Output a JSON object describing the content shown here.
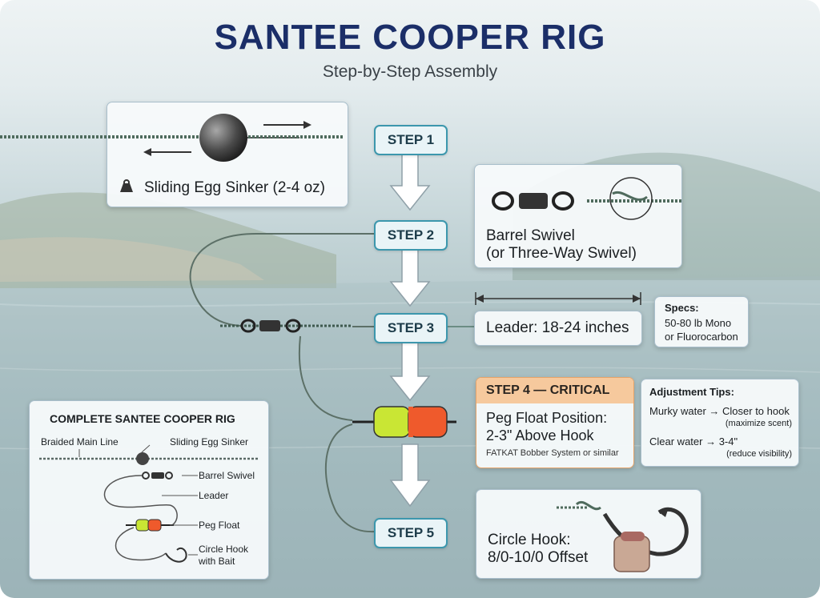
{
  "title": "SANTEE COOPER RIG",
  "subtitle": "Step-by-Step Assembly",
  "steps": [
    {
      "label": "STEP 1"
    },
    {
      "label": "STEP 2"
    },
    {
      "label": "STEP 3"
    },
    {
      "label": "STEP 4 — CRITICAL"
    },
    {
      "label": "STEP 5"
    }
  ],
  "step1_panel": {
    "label": "Sliding Egg Sinker (2-4 oz)",
    "icon": "weight-icon"
  },
  "step2_panel": {
    "line1": "Barrel Swivel",
    "line2": "(or Three-Way Swivel)"
  },
  "step3_panel": {
    "label": "Leader: 18-24 inches"
  },
  "specs": {
    "title": "Specs:",
    "line1": "50-80 lb Mono",
    "line2": "or Fluorocarbon"
  },
  "step4_panel": {
    "line1": "Peg Float Position:",
    "line2": "2-3\" Above Hook",
    "note": "FATKAT Bobber System or similar"
  },
  "tips": {
    "title": "Adjustment Tips:",
    "tip1_main": "Murky water → Closer to hook",
    "tip1_sub": "(maximize scent)",
    "tip2_main": "Clear water → 3-4\"",
    "tip2_sub": "(reduce visibility)"
  },
  "step5_panel": {
    "line1": "Circle Hook:",
    "line2": "8/0-10/0 Offset"
  },
  "overview": {
    "title": "COMPLETE SANTEE COOPER RIG",
    "labels": [
      "Braided Main Line",
      "Sliding Egg Sinker",
      "Barrel Swivel",
      "Leader",
      "Peg Float",
      "Circle Hook",
      "with Bait"
    ]
  },
  "colors": {
    "title": "#1b2e68",
    "step_border": "#3c97ad",
    "critical": "#f0a35a",
    "float_yellow": "#c9e634",
    "float_red": "#ef5a2c"
  }
}
